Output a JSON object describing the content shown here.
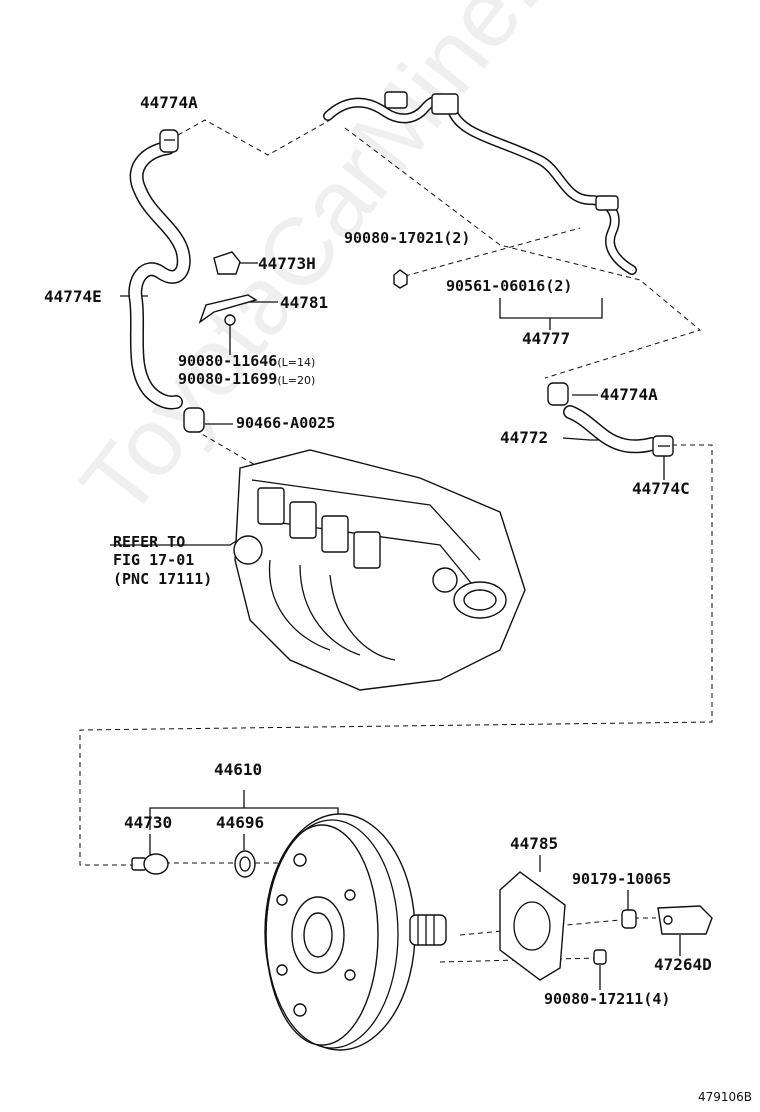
{
  "watermark": "ToyotaCarMine.ru",
  "diagram_number": "479106B",
  "refer_note": {
    "line1": "REFER TO",
    "line2": "FIG 17-01",
    "line3": "(PNC 17111)"
  },
  "parts": {
    "p44774A_top": "44774A",
    "p44773H": "44773H",
    "p44774E": "44774E",
    "p44781": "44781",
    "p90080_11646": "90080-11646",
    "p90080_11646_note": "(L=14)",
    "p90080_11699": "90080-11699",
    "p90080_11699_note": "(L=20)",
    "p90466_A0025": "90466-A0025",
    "p90080_17021": "90080-17021(2)",
    "p90561_06016": "90561-06016(2)",
    "p44777": "44777",
    "p44774A_mid": "44774A",
    "p44772": "44772",
    "p44774C": "44774C",
    "p44610": "44610",
    "p44730": "44730",
    "p44696": "44696",
    "p44785": "44785",
    "p90179_10065": "90179-10065",
    "p47264D": "47264D",
    "p90080_17211": "90080-17211(4)"
  }
}
